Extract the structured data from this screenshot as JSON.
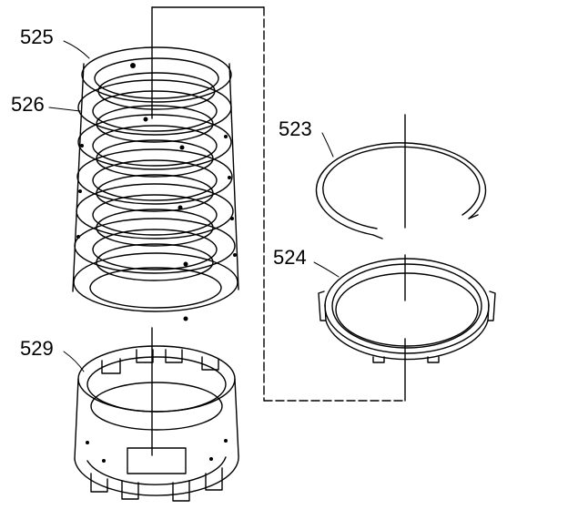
{
  "callouts": {
    "c525": "525",
    "c526": "526",
    "c523": "523",
    "c524": "524",
    "c529": "529"
  },
  "colors": {
    "ink": "#000000",
    "paper": "#ffffff"
  }
}
